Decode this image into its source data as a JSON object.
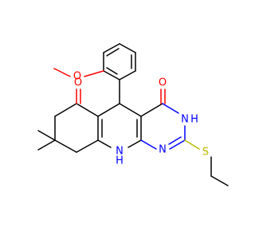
{
  "molecule": {
    "atoms": {
      "O_methoxy": "O",
      "O_ketone": "O",
      "O_amide": "O",
      "N_H_upper": "N",
      "H_upper": "H",
      "N_lower": "N",
      "N_H_bridge": "N",
      "H_bridge": "H",
      "S_thio": "S"
    },
    "colors": {
      "carbon_bond": "#000000",
      "oxygen": "#ff0000",
      "nitrogen": "#0000ff",
      "sulfur": "#b8b800",
      "background": "#ffffff"
    }
  }
}
